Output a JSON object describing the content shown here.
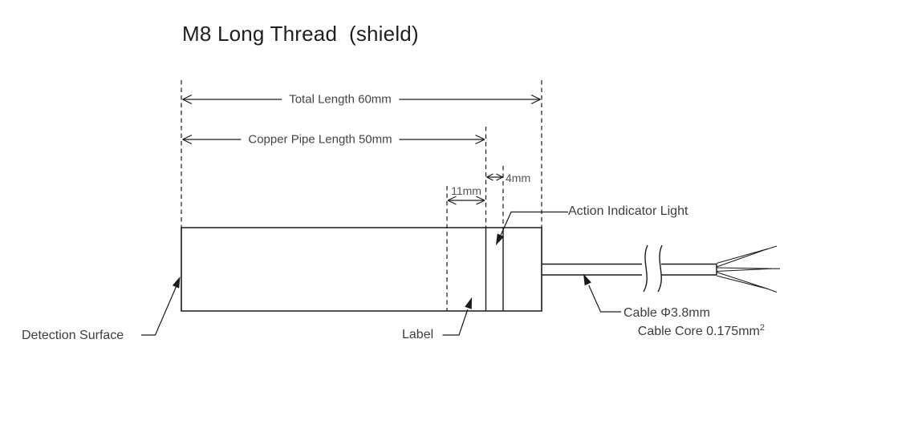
{
  "title": "M8 Long Thread  (shield)",
  "colors": {
    "line": "#1a1a1a",
    "text": "#444444",
    "background": "#ffffff"
  },
  "diagram": {
    "dimensions": {
      "total_length": "Total Length 60mm",
      "copper_pipe_length": "Copper Pipe Length 50mm",
      "label_band_width": "11mm",
      "indicator_band_width": "4mm"
    },
    "callouts": {
      "action_indicator": "Action Indicator Light",
      "detection_surface": "Detection Surface",
      "label": "Label",
      "cable_diameter": "Cable Φ3.8mm",
      "cable_core": "Cable Core 0.175mm",
      "cable_core_exponent": "2"
    }
  }
}
